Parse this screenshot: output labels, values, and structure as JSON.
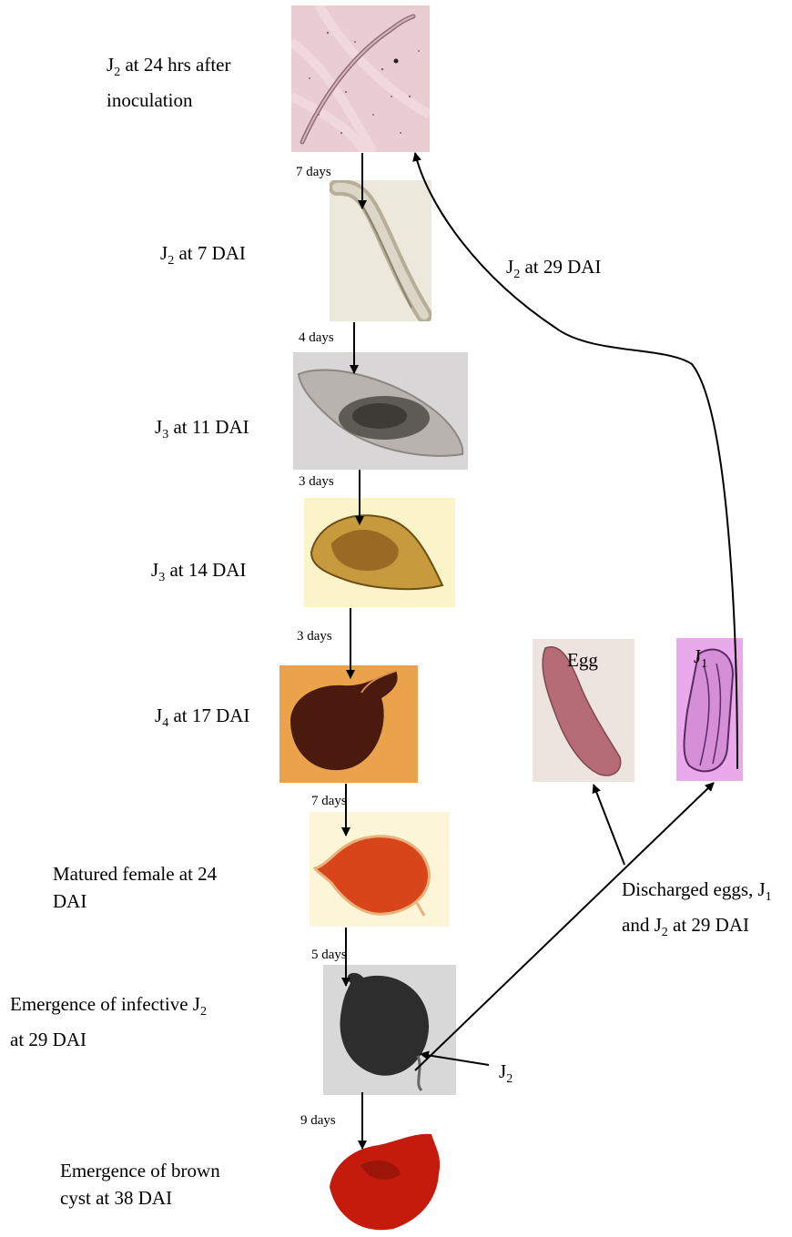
{
  "stages": [
    {
      "pre": "J",
      "sub": "2",
      "post": " at 24 hrs after",
      "line2": "inoculation"
    },
    {
      "pre": "J",
      "sub": "2",
      "post": " at 7 DAI"
    },
    {
      "pre": "J",
      "sub": "3",
      "post": " at 11 DAI"
    },
    {
      "pre": "J",
      "sub": "3",
      "post": " at 14 DAI"
    },
    {
      "pre": "J",
      "sub": "4",
      "post": " at 17 DAI"
    },
    {
      "text": "Matured female at 24",
      "line2": "DAI"
    },
    {
      "pre": "Emergence of infective J",
      "sub": "2",
      "line2": "at 29 DAI"
    },
    {
      "text": "Emergence of brown",
      "line2": "cyst at 38 DAI"
    }
  ],
  "intervals": [
    "7 days",
    "4 days",
    "3 days",
    "3 days",
    "7 days",
    "5 days",
    "9 days"
  ],
  "loop_label": {
    "pre": "J",
    "sub": "2",
    "post": " at 29 DAI"
  },
  "egg_label": "Egg",
  "j1_label": {
    "pre": "J",
    "sub": "1"
  },
  "discharge_label": {
    "line1_pre": "Discharged eggs, J",
    "line1_sub": "1",
    "line2_pre": "and J",
    "line2_sub": "2",
    "line2_post": " at 29 DAI"
  },
  "pointer_label": {
    "pre": "J",
    "sub": "2"
  },
  "colors": {
    "img_j2_24h": "#e9cdd2",
    "img_j2_7d": "#ece8dc",
    "img_j3_11d": "#d9d6d8",
    "img_j3_14d": "#fbf4c9",
    "img_j4_17d": "#eaa24b",
    "img_female_24d": "#fdf5d8",
    "img_emergence_29d": "#c8c8c8",
    "img_egg": "#ede3df",
    "img_j1": "#e9a9ea",
    "female_body": "#d8451a",
    "cyst_body": "#c41b0c"
  }
}
